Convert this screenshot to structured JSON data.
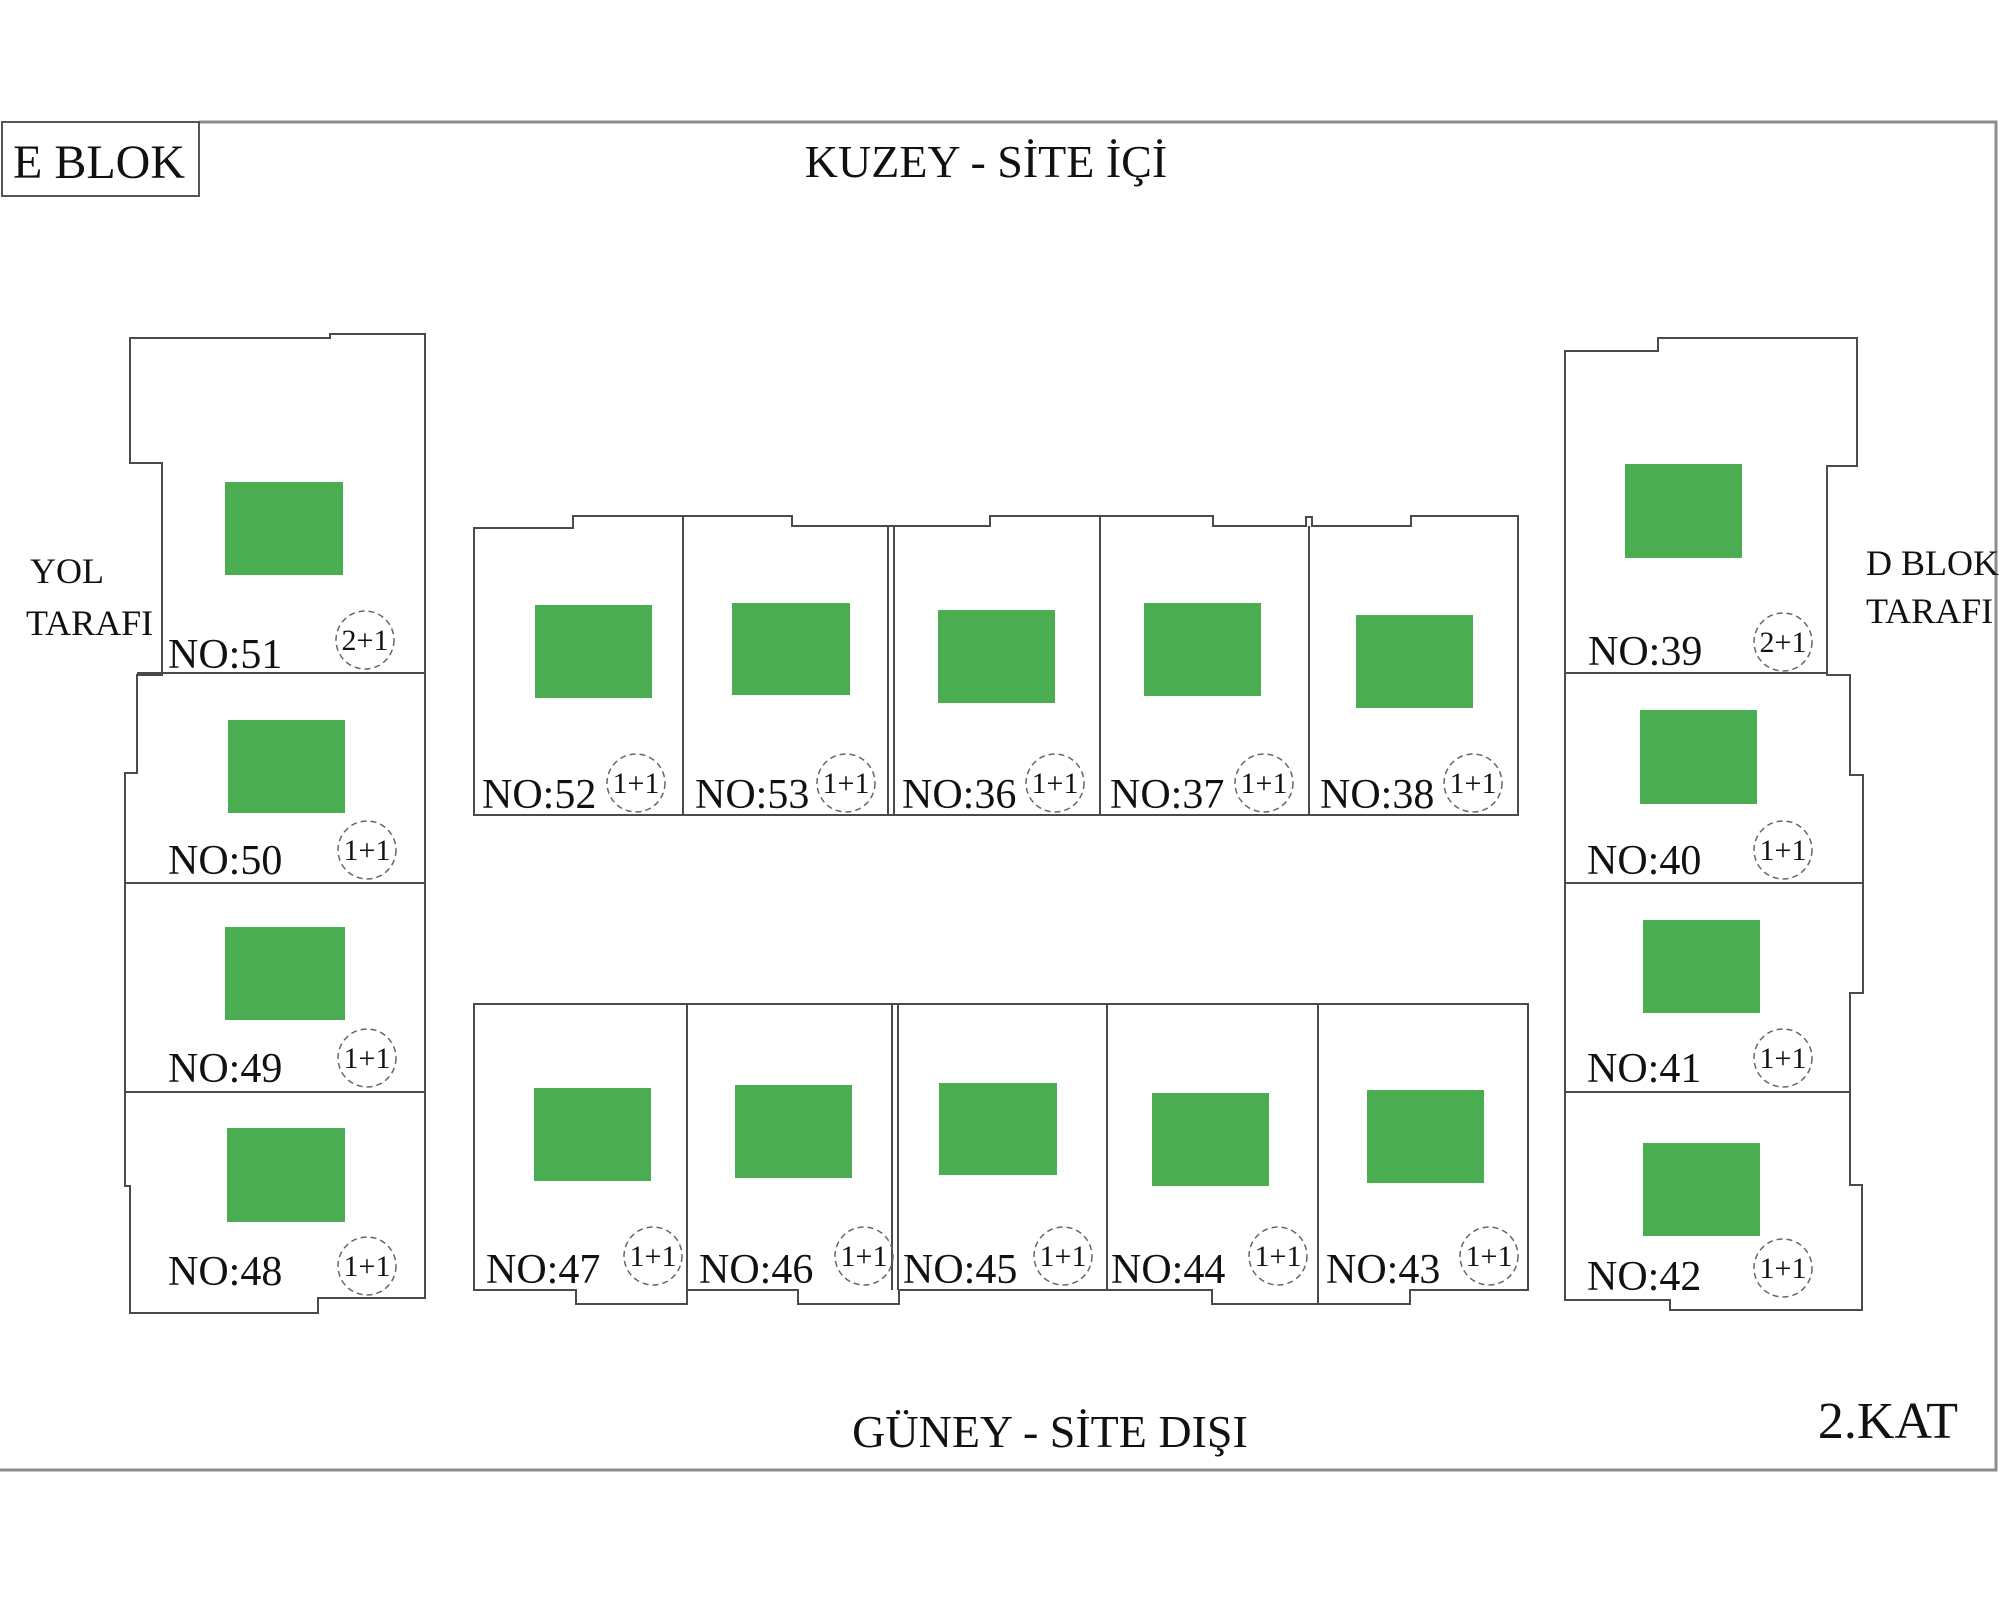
{
  "title_block": {
    "block_name": "E BLOK",
    "floor_name": "2.KAT"
  },
  "directions": {
    "top": "KUZEY - SİTE İÇİ",
    "bottom": "GÜNEY - SİTE DIŞI",
    "left_line1": "YOL",
    "left_line2": "TARAFI",
    "right_line1": "D BLOK",
    "right_line2": "TARAFI"
  },
  "colors": {
    "marker_green": "#4aad52",
    "outline": "#4a4a4a",
    "frame": "#8c8c8c",
    "text": "#111111"
  },
  "units": [
    {
      "id": "51",
      "label": "NO:51",
      "type": "2+1"
    },
    {
      "id": "50",
      "label": "NO:50",
      "type": "1+1"
    },
    {
      "id": "49",
      "label": "NO:49",
      "type": "1+1"
    },
    {
      "id": "48",
      "label": "NO:48",
      "type": "1+1"
    },
    {
      "id": "52",
      "label": "NO:52",
      "type": "1+1"
    },
    {
      "id": "53",
      "label": "NO:53",
      "type": "1+1"
    },
    {
      "id": "36",
      "label": "NO:36",
      "type": "1+1"
    },
    {
      "id": "37",
      "label": "NO:37",
      "type": "1+1"
    },
    {
      "id": "38",
      "label": "NO:38",
      "type": "1+1"
    },
    {
      "id": "47",
      "label": "NO:47",
      "type": "1+1"
    },
    {
      "id": "46",
      "label": "NO:46",
      "type": "1+1"
    },
    {
      "id": "45",
      "label": "NO:45",
      "type": "1+1"
    },
    {
      "id": "44",
      "label": "NO:44",
      "type": "1+1"
    },
    {
      "id": "43",
      "label": "NO:43",
      "type": "1+1"
    },
    {
      "id": "39",
      "label": "NO:39",
      "type": "2+1"
    },
    {
      "id": "40",
      "label": "NO:40",
      "type": "1+1"
    },
    {
      "id": "41",
      "label": "NO:41",
      "type": "1+1"
    },
    {
      "id": "42",
      "label": "NO:42",
      "type": "1+1"
    }
  ]
}
